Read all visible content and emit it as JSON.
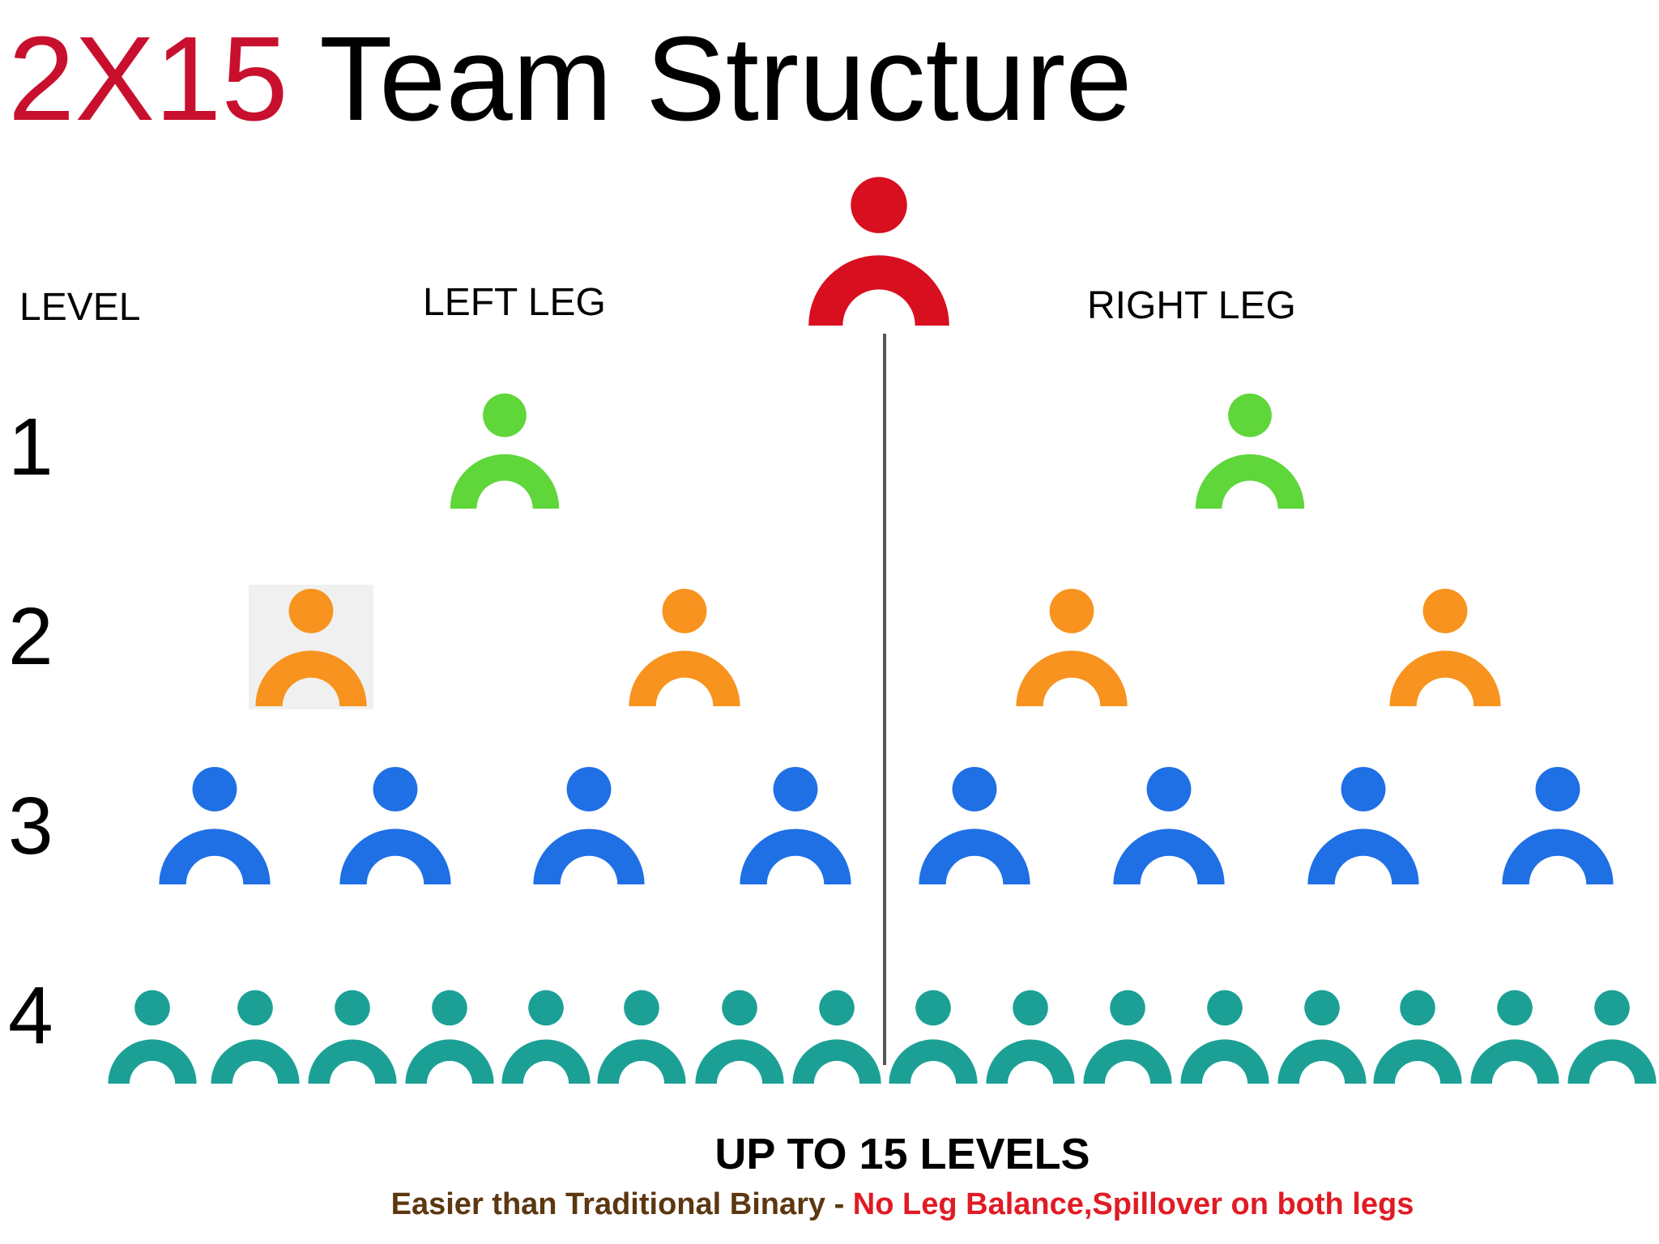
{
  "title": {
    "accent": "2X15",
    "rest": " Team Structure"
  },
  "headers": {
    "level": "LEVEL",
    "left_leg": "LEFT LEG",
    "right_leg": "RIGHT LEG"
  },
  "levels": [
    {
      "label": "1",
      "count": 2,
      "color": "#5fd63a"
    },
    {
      "label": "2",
      "count": 4,
      "color": "#f7931e"
    },
    {
      "label": "3",
      "count": 8,
      "color": "#1f6fe5"
    },
    {
      "label": "4",
      "count": 16,
      "color": "#1ca096"
    }
  ],
  "root_color": "#d80f1f",
  "divider_color": "#555555",
  "footer": {
    "main": "UP TO 15 LEVELS",
    "sub_part_a": "Easier than Traditional Binary - ",
    "sub_part_b": "No Leg Balance,Spillover on both legs",
    "sub_color_a": "#5c3710",
    "sub_color_b": "#e01b24"
  }
}
